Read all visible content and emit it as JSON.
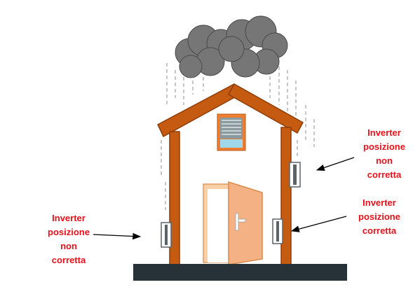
{
  "labels": {
    "left_wrong": [
      "Inverter",
      "posizione",
      "non",
      "corretta"
    ],
    "right_wrong": [
      "Inverter",
      "posizione",
      "non",
      "corretta"
    ],
    "right_correct": [
      "Inverter",
      "posizione",
      "corretta"
    ]
  },
  "colors": {
    "label_text": "#e8101a",
    "frame": "#c55a11",
    "frame_outline": "#8f3c08",
    "cloud": "#767676",
    "ground": "#263238",
    "door": "#f4b183",
    "window_frame": "#ed7d31",
    "window_glass": "#9fd8e8",
    "inverter": "#5a6468",
    "rain": "#a0a0a0"
  },
  "icons": [
    "cloud-icon",
    "door-icon",
    "window-icon",
    "inverter-icon",
    "arrow-icon"
  ]
}
